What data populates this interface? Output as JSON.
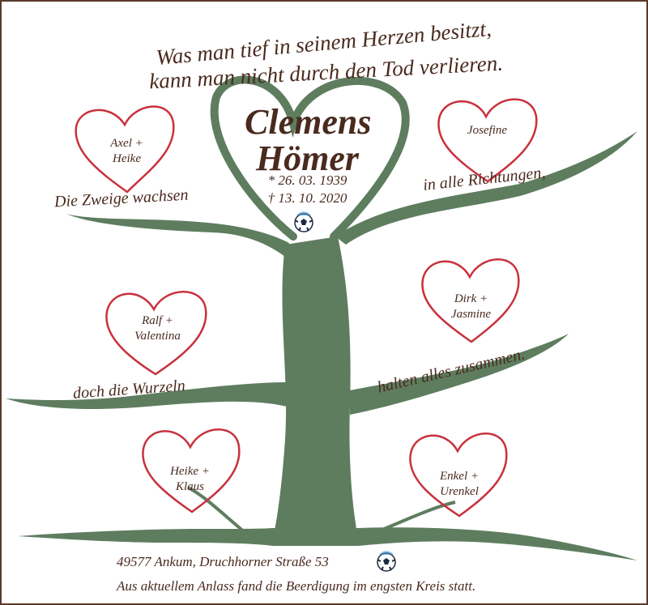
{
  "motto": {
    "line1": "Was man tief in seinem Herzen besitzt,",
    "line2": "kann man nicht durch den Tod verlieren."
  },
  "deceased": {
    "first_name": "Clemens",
    "last_name": "Hömer",
    "born": "* 26. 03. 1939",
    "died": "† 13. 10. 2020"
  },
  "branches": {
    "left_upper": "Die Zweige wachsen",
    "right_upper": "in alle Richtungen,",
    "left_lower": "doch die Wurzeln",
    "right_lower": "halten alles zusammen."
  },
  "hearts": [
    {
      "line1": "Axel +",
      "line2": "Heike"
    },
    {
      "line1": "Josefine",
      "line2": ""
    },
    {
      "line1": "Ralf +",
      "line2": "Valentina"
    },
    {
      "line1": "Dirk +",
      "line2": "Jasmine"
    },
    {
      "line1": "Heike +",
      "line2": "Klaus"
    },
    {
      "line1": "Enkel +",
      "line2": "Urenkel"
    }
  ],
  "footer": {
    "address": "49577 Ankum, Druchhorner Straße 53",
    "note": "Aus aktuellem Anlass fand die Beerdigung im engsten Kreis statt."
  },
  "colors": {
    "tree": "#5e7d5f",
    "heart": "#c8323c",
    "text": "#4a2a1e",
    "border": "#5a3a2c"
  },
  "icons": {
    "ball": "soccer-ball-icon"
  }
}
